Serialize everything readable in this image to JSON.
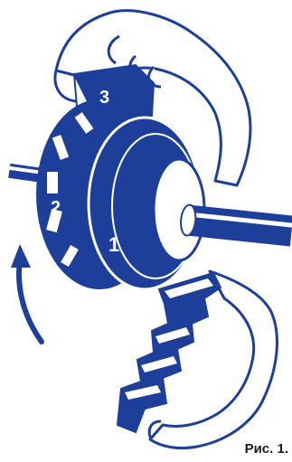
{
  "labels": {
    "part1": "1",
    "part2": "2",
    "part3": "3"
  },
  "caption": "Рис. 1.",
  "colors": {
    "ink": "#1d3f9a",
    "paper": "#ffffff"
  },
  "icons": {
    "rotation_arrow": "curved-arrow-icon"
  }
}
